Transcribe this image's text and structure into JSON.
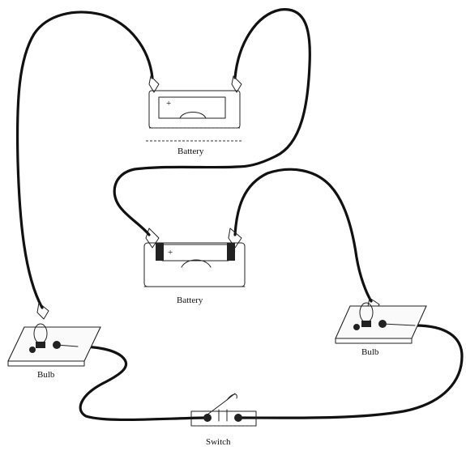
{
  "labels": {
    "battery_top": "Battery",
    "battery_middle": "Battery",
    "bulb_left": "Bulb",
    "bulb_right": "Bulb",
    "switch": "Switch"
  },
  "polarity": {
    "battery_top_plus": "+",
    "battery_middle_plus": "+"
  }
}
